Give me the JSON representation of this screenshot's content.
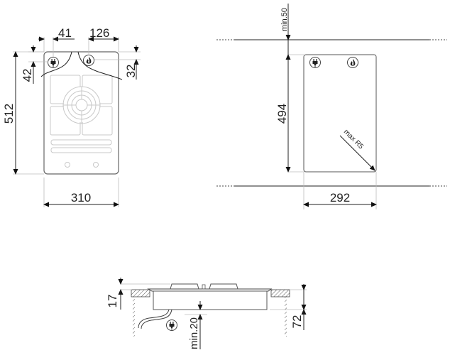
{
  "top_view": {
    "width": "310",
    "height": "512",
    "plug_offset_x": "41",
    "flame_offset_x": "126",
    "plug_offset_y": "42",
    "flame_offset_y": "32"
  },
  "cutout_view": {
    "min_clearance": "min.50",
    "height": "494",
    "width": "292",
    "radius": "max R5"
  },
  "side_view": {
    "top_height": "17",
    "depth": "72",
    "min_clearance": "min.20"
  },
  "icons": [
    "plug-icon",
    "flame-icon"
  ]
}
